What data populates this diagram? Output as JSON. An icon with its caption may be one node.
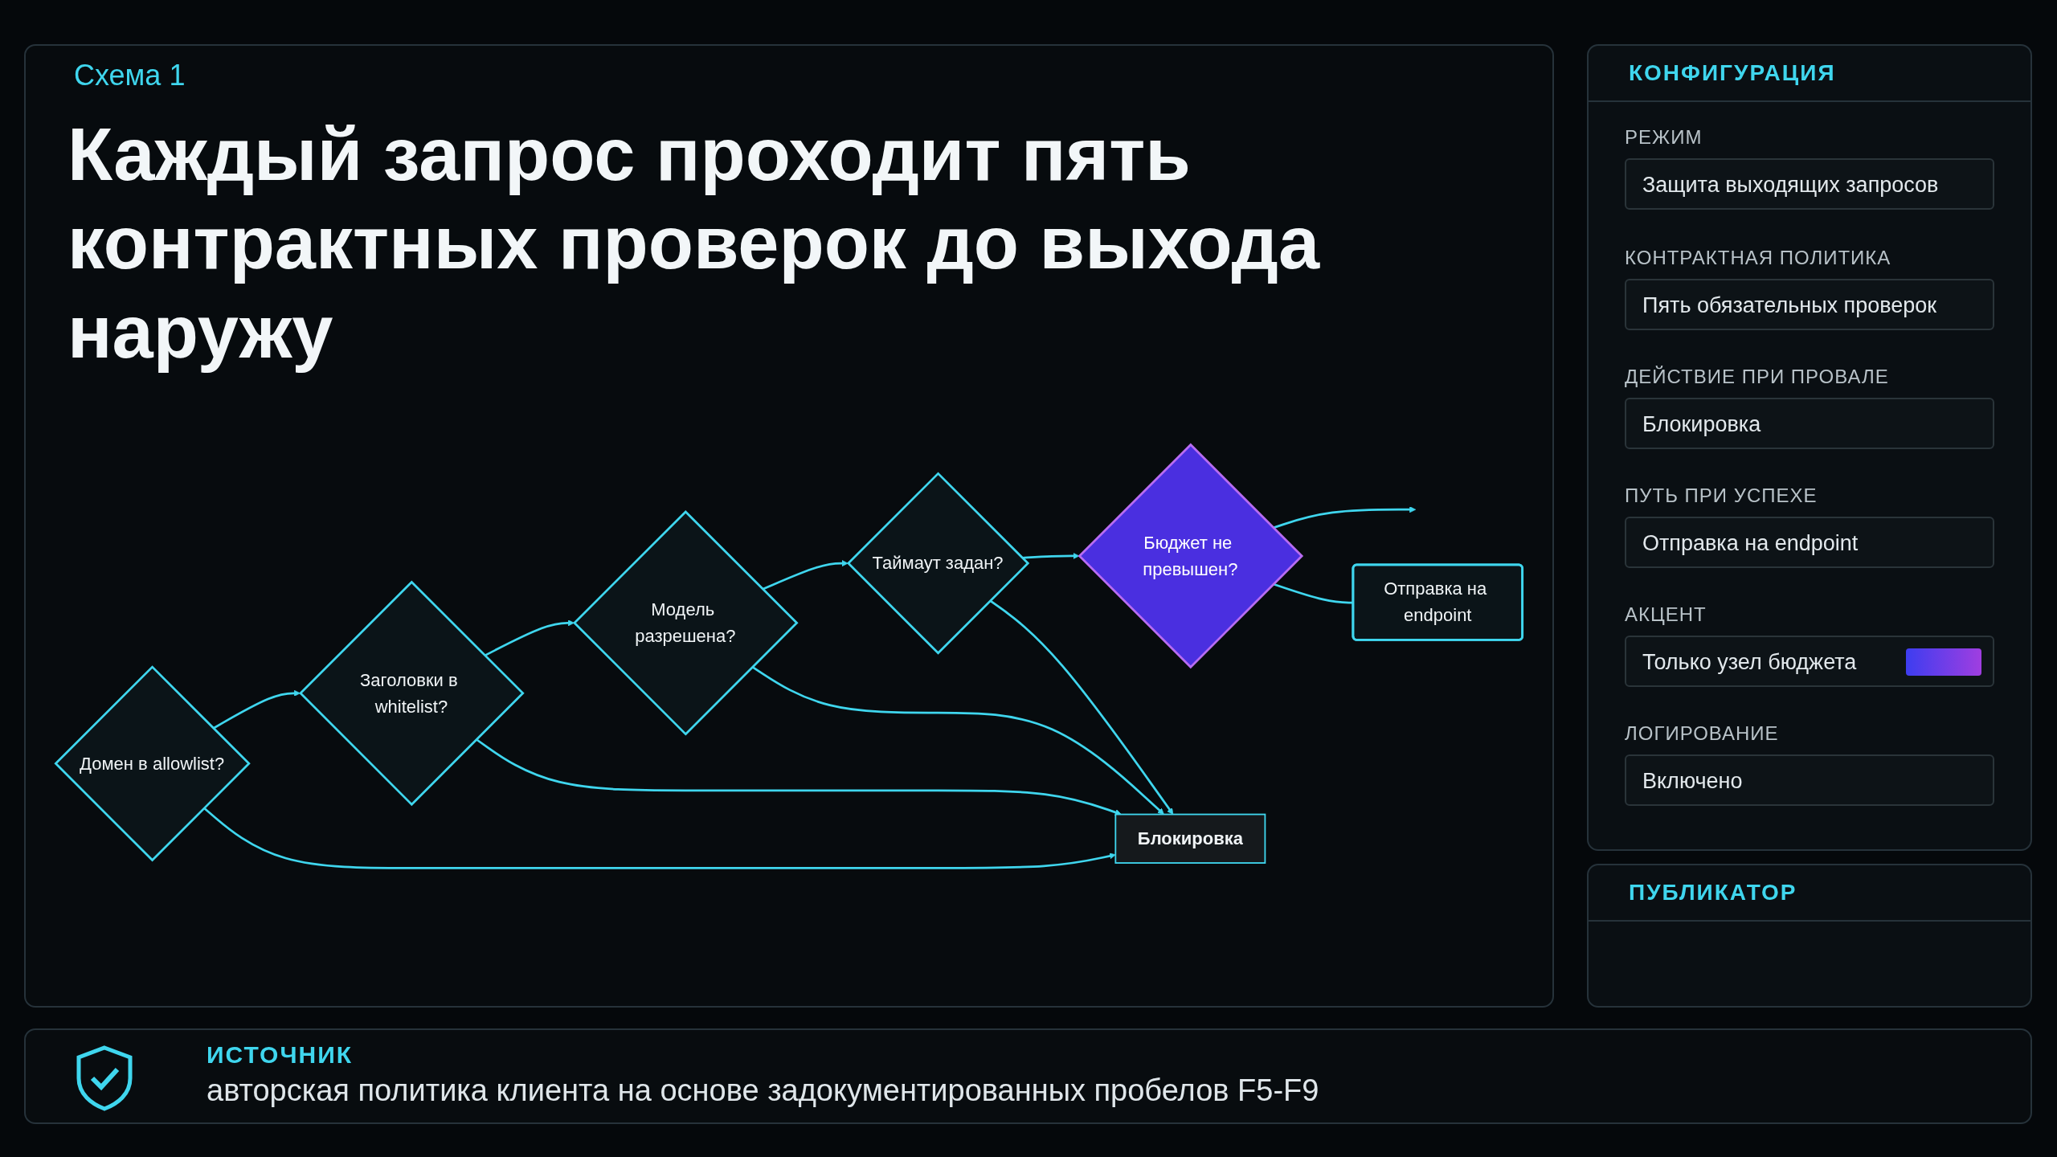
{
  "diagram": {
    "title": "Каждый запрос проходит пять контрактных проверок до выхода наружу",
    "nodes": [
      {
        "text": [
          "Домен в allowlist?"
        ]
      },
      {
        "text": [
          "Заголовки в whitelist?"
        ]
      },
      {
        "text": [
          "Модель разрешена?"
        ]
      },
      {
        "text": [
          "Таймаут задан?"
        ]
      },
      {
        "text": [
          "Бюджет не превышен?"
        ]
      },
      {
        "text": [
          "Отправка на endpoint"
        ]
      },
      {
        "text": [
          "Блокировка"
        ]
      }
    ],
    "edges": [
      {
        "from": 0,
        "to": 1,
        "arrow": "to"
      },
      {
        "from": 1,
        "to": 2,
        "arrow": "to"
      },
      {
        "from": 2,
        "to": 3,
        "arrow": "to"
      },
      {
        "from": 3,
        "to": 4,
        "arrow": "to"
      },
      {
        "from": 4,
        "to": null,
        "arrow": "to"
      },
      {
        "from": 0,
        "to": 6,
        "arrow": "to"
      },
      {
        "from": 1,
        "to": 6,
        "arrow": "to"
      },
      {
        "from": 2,
        "to": 6,
        "arrow": "to"
      },
      {
        "from": 3,
        "to": 6,
        "arrow": "to"
      },
      {
        "from": 4,
        "to": 5,
        "arrow": "none"
      }
    ],
    "labels": [
      "Схема 1",
      "КОНФИГУРАЦИЯ",
      "РЕЖИМ",
      "Защита выходящих запросов",
      "КОНТРАКТНАЯ ПОЛИТИКА",
      "Пять обязательных проверок",
      "ДЕЙСТВИЕ ПРИ ПРОВАЛЕ",
      "Блокировка",
      "ПУТЬ ПРИ УСПЕХЕ",
      "Отправка на endpoint",
      "АКЦЕНТ",
      "Только узел бюджета",
      "ЛОГИРОВАНИЕ",
      "Включено",
      "ПУБЛИКАТОР",
      "ИСТОЧНИК",
      "авторская политика клиента на основе задокументированных пробелов F5-F9"
    ]
  }
}
